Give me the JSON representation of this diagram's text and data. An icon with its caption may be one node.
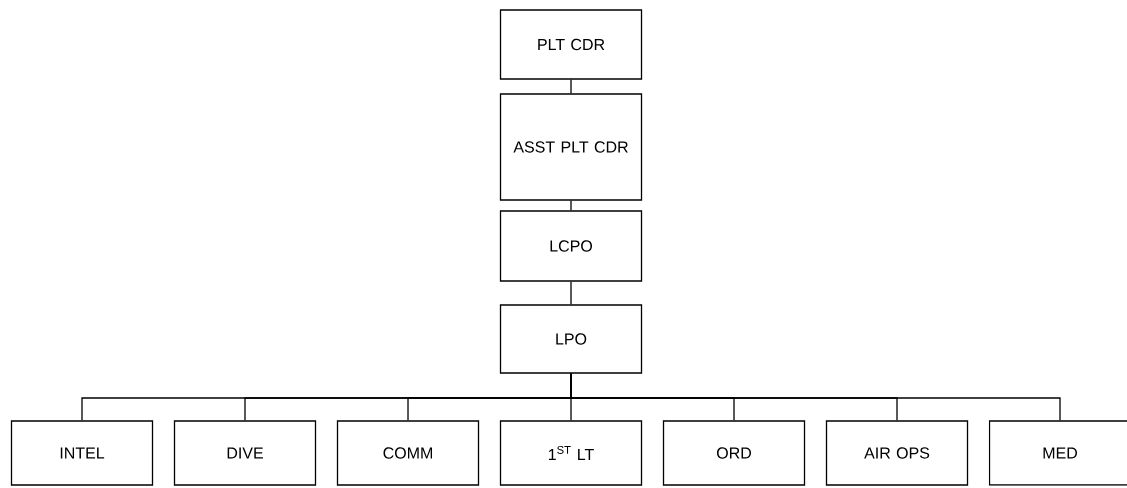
{
  "diagram": {
    "nodes": [
      {
        "text": [
          "PLT CDR"
        ]
      },
      {
        "text": [
          "ASST PLT CDR"
        ]
      },
      {
        "text": [
          "LCPO"
        ]
      },
      {
        "text": [
          "LPO"
        ]
      },
      {
        "text": [
          "INTEL"
        ]
      },
      {
        "text": [
          "DIVE"
        ]
      },
      {
        "text": [
          "COMM"
        ]
      },
      {
        "text": [
          "1$^{ST}$ LT"
        ]
      },
      {
        "text": [
          "ORD"
        ]
      },
      {
        "text": [
          "AIR OPS"
        ]
      },
      {
        "text": [
          "MED"
        ]
      }
    ],
    "edges": [
      {
        "from": 0,
        "to": 1,
        "arrow": "none"
      },
      {
        "from": 1,
        "to": 2,
        "arrow": "none"
      },
      {
        "from": 2,
        "to": 3,
        "arrow": "none"
      },
      {
        "from": 3,
        "to": 4,
        "arrow": "none"
      },
      {
        "from": 3,
        "to": 5,
        "arrow": "none"
      },
      {
        "from": 3,
        "to": 6,
        "arrow": "none"
      },
      {
        "from": 3,
        "to": 7,
        "arrow": "none"
      },
      {
        "from": 3,
        "to": 8,
        "arrow": "none"
      },
      {
        "from": 3,
        "to": 9,
        "arrow": "none"
      },
      {
        "from": 3,
        "to": 10,
        "arrow": "none"
      }
    ]
  }
}
